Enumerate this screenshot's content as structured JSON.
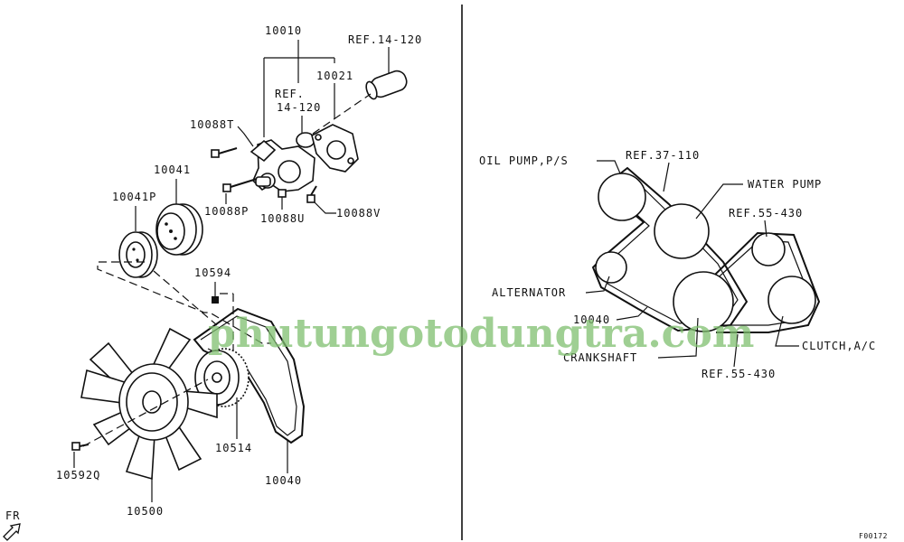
{
  "diagram_code": "F00172",
  "front_marker": "FR",
  "watermark": "phutungotodungtra.com",
  "left_labels": {
    "water_pump_assy": "10010",
    "gasket": "10021",
    "ref_pipe": "REF.14-120",
    "ref_oring_line1": "REF.",
    "ref_oring_line2": "14-120",
    "bolt_t": "10088T",
    "pulley": "10041",
    "pulley_plate": "10041P",
    "bolt_p": "10088P",
    "bolt_u": "10088U",
    "bolt_v": "10088V",
    "nut": "10594",
    "belt": "10040",
    "fan_clutch": "10514",
    "bolt_q": "10592Q",
    "fan": "10500"
  },
  "right_labels": {
    "oil_pump": "OIL PUMP,P/S",
    "ref_37": "REF.37-110",
    "water_pump": "WATER PUMP",
    "ref_55_top": "REF.55-430",
    "alternator": "ALTERNATOR",
    "belt": "10040",
    "crankshaft": "CRANKSHAFT",
    "clutch_ac": "CLUTCH,A/C",
    "ref_55_bottom": "REF.55-430"
  }
}
